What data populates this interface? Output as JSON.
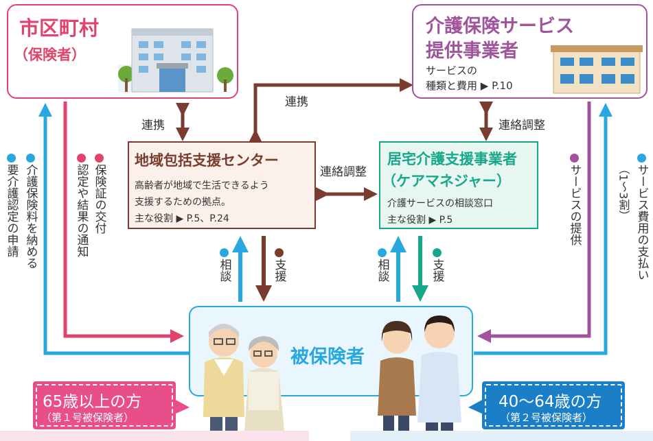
{
  "municipality": {
    "title": "市区町村",
    "subtitle": "（保険者）"
  },
  "provider": {
    "title_line1": "介護保険サービス",
    "title_line2": "提供事業者",
    "desc_line1": "サービスの",
    "desc_line2": "種類と費用 ▶ P.10"
  },
  "center": {
    "title": "地域包括支援センター",
    "desc_line1": "高齢者が地域で生活できるよう",
    "desc_line2": "支援するための拠点。",
    "role": "主な役割 ▶ P.5、P.24"
  },
  "care": {
    "title_line1": "居宅介護支援事業者",
    "title_line2": "（ケアマネジャー）",
    "desc": "介護サービスの相談窓口",
    "role": "主な役割 ▶ P.5"
  },
  "insured": {
    "title": "被保険者"
  },
  "labels": {
    "renkei_top": "連携",
    "renkei_left": "連携",
    "renraku_right": "連絡調整",
    "renraku_mid": "連絡調整",
    "soudan": "相談",
    "shien": "支援",
    "pay_premium": "介護保険料を納める",
    "apply_cert": "要介護認定の申請",
    "issue_card": "保険証の交付",
    "notify": "認定や結果の通知",
    "provide_service": "サービスの提供",
    "pay_cost": "サービス費用の支払い",
    "pay_ratio": "（1〜3割）"
  },
  "age65": {
    "title": "65歳以上の方",
    "sub": "（第１号被保険者）"
  },
  "age40": {
    "title": "40〜64歳の方",
    "sub": "（第２号被保険者）"
  },
  "colors": {
    "red": "#e0436b",
    "blue": "#29a8e0",
    "brown": "#7a3c2e",
    "purple": "#a0549c",
    "green": "#18a78a",
    "pink": "#e84f8a",
    "navy": "#1a7fc6"
  }
}
